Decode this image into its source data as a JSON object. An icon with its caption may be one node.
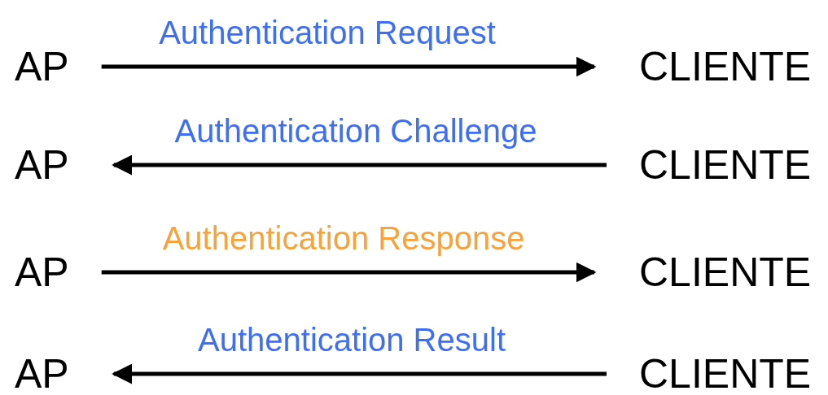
{
  "diagram": {
    "nodes": [
      {
        "text": [
          "AP"
        ]
      },
      {
        "text": [
          "CLIENTE"
        ]
      },
      {
        "text": [
          "AP"
        ]
      },
      {
        "text": [
          "CLIENTE"
        ]
      },
      {
        "text": [
          "AP"
        ]
      },
      {
        "text": [
          "CLIENTE"
        ]
      },
      {
        "text": [
          "AP"
        ]
      },
      {
        "text": [
          "CLIENTE"
        ]
      }
    ],
    "edges": [
      {
        "from": 0,
        "to": 1,
        "arrow": "to",
        "label": "Authentication Request"
      },
      {
        "from": 3,
        "to": 2,
        "arrow": "to",
        "label": "Authentication Challenge"
      },
      {
        "from": 4,
        "to": 5,
        "arrow": "to",
        "label": "Authentication Response"
      },
      {
        "from": 7,
        "to": 6,
        "arrow": "to",
        "label": "Authentication Result"
      }
    ]
  }
}
